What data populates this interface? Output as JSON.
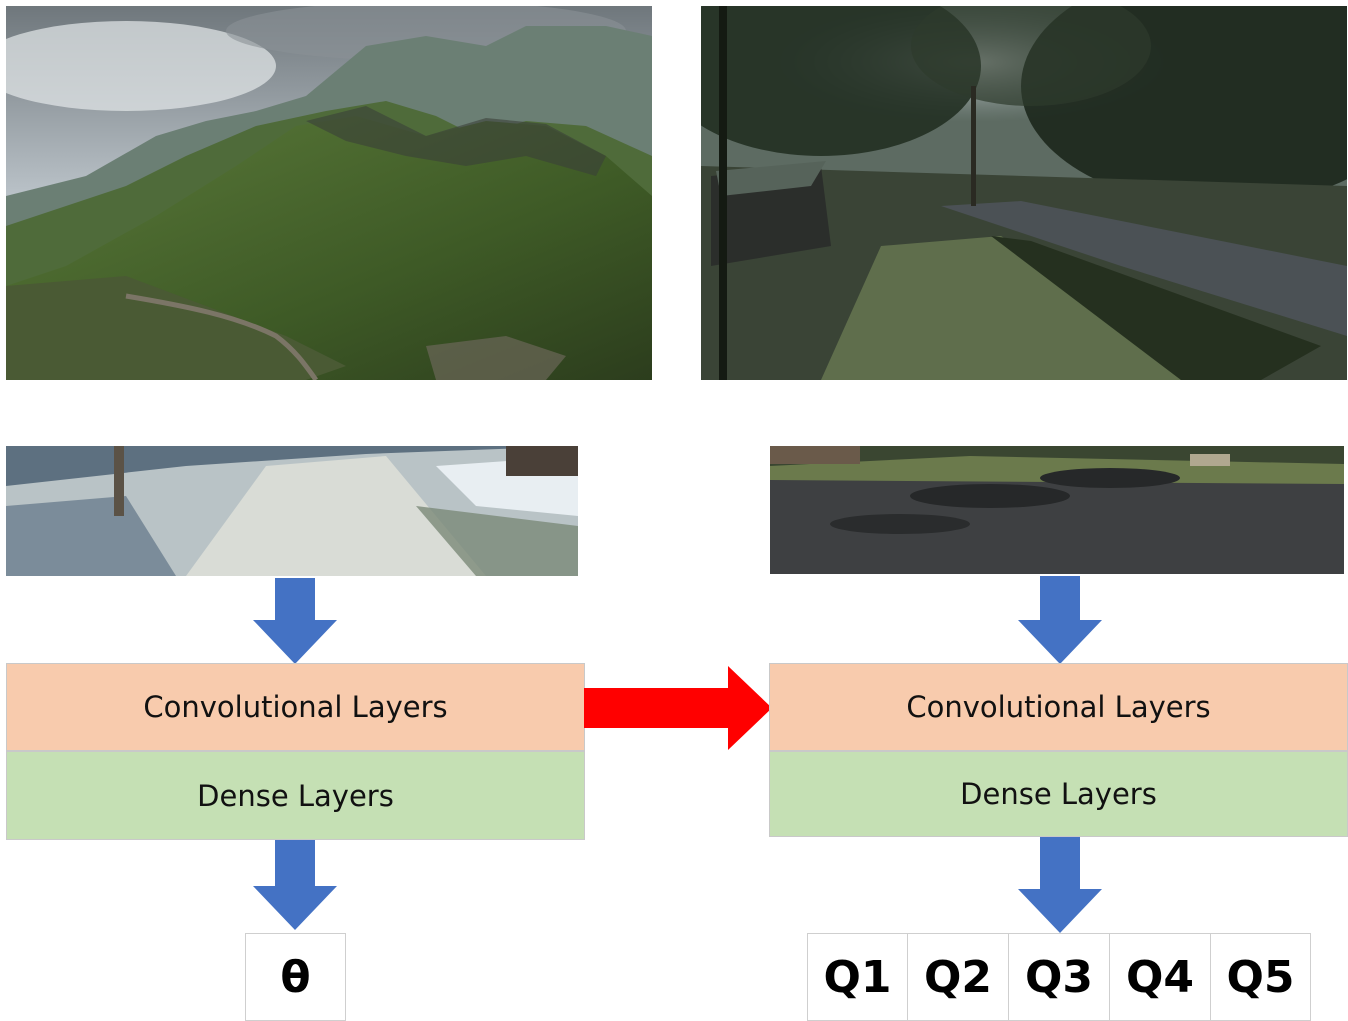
{
  "left_network": {
    "conv_label": "Convolutional Layers",
    "dense_label": "Dense Layers",
    "output": "θ"
  },
  "right_network": {
    "conv_label": "Convolutional Layers",
    "dense_label": "Dense Layers",
    "outputs": [
      "Q1",
      "Q2",
      "Q3",
      "Q4",
      "Q5"
    ]
  },
  "colors": {
    "conv_fill": "#f8cbad",
    "dense_fill": "#c5e0b4",
    "flow_arrow": "#4472c4",
    "transfer_arrow": "#ff0000"
  }
}
